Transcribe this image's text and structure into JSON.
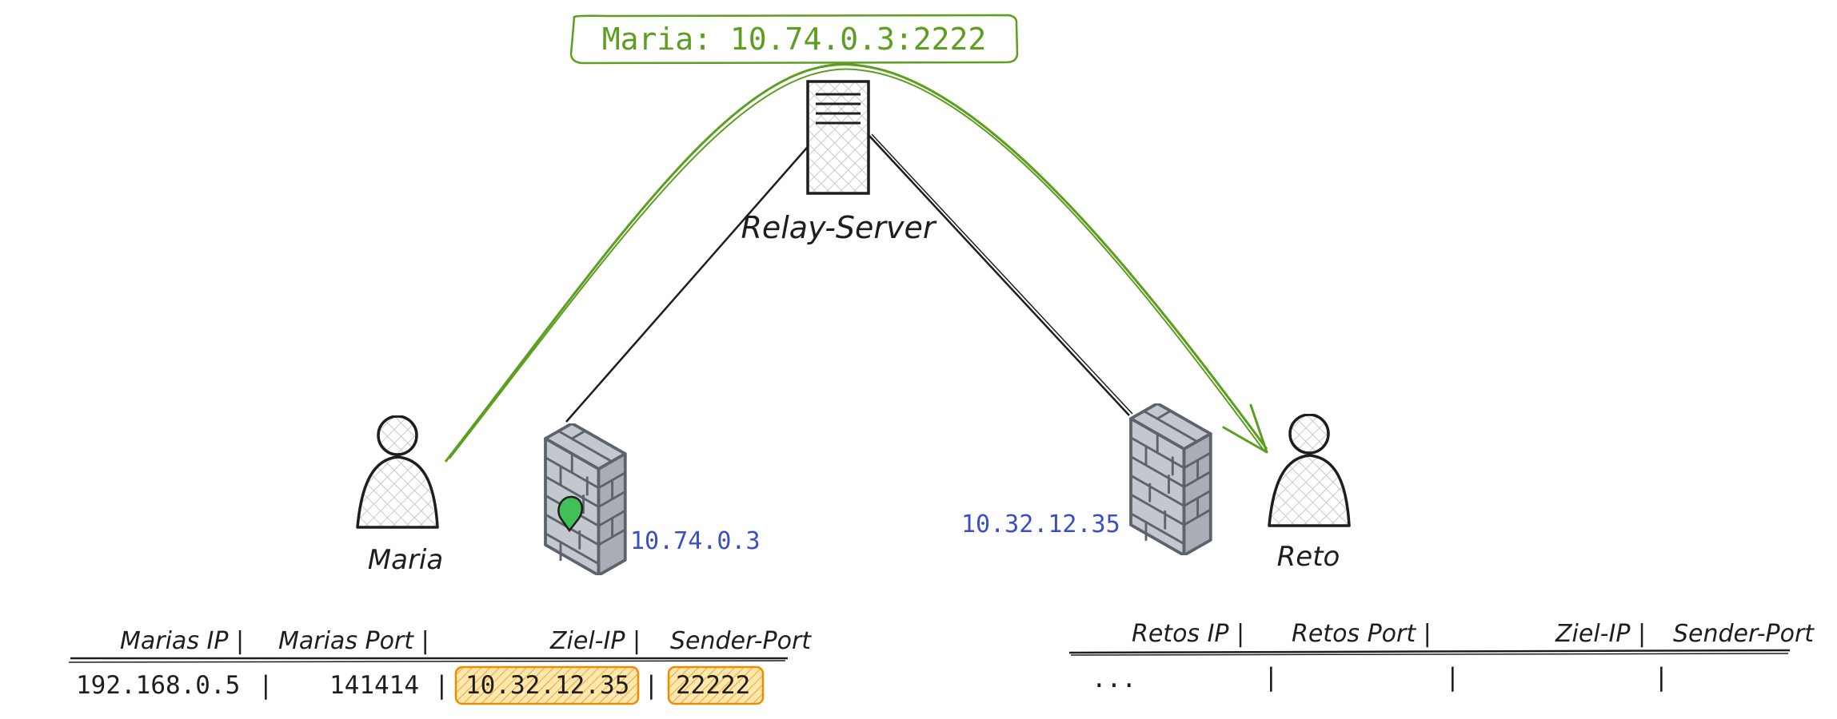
{
  "colors": {
    "relay_green": "#5c9e1f",
    "ip_blue": "#3b4fc4",
    "highlight_orange": "#f08c00",
    "highlight_fill": "#ffe8b0",
    "ink": "#1e1e1e",
    "hatch": "#c9c9c9",
    "brick": "#b7bcc4",
    "brick_dark": "#5e636b",
    "pin_green": "#40c057"
  },
  "relay_address_label": "Maria: 10.74.0.3:2222",
  "relay_server": {
    "label": "Relay-Server",
    "icon": "server-icon"
  },
  "actors": {
    "maria": {
      "label": "Maria",
      "icon": "person-icon"
    },
    "reto": {
      "label": "Reto",
      "icon": "person-icon"
    }
  },
  "firewalls": {
    "maria_side": {
      "ip": "10.74.0.3",
      "icon": "firewall-icon"
    },
    "reto_side": {
      "ip": "10.32.12.35",
      "icon": "firewall-icon"
    }
  },
  "maria_table": {
    "headers": [
      "Marias IP |",
      "Marias Port |",
      "Ziel-IP |",
      "Sender-Port"
    ],
    "row": [
      "192.168.0.5",
      "|",
      "141414",
      "|",
      "10.32.12.35",
      "|",
      "22222"
    ]
  },
  "reto_table": {
    "headers": [
      "Retos IP |",
      "Retos Port |",
      "Ziel-IP |",
      "Sender-Port"
    ],
    "row": [
      "...",
      "|",
      "|",
      "|"
    ]
  }
}
